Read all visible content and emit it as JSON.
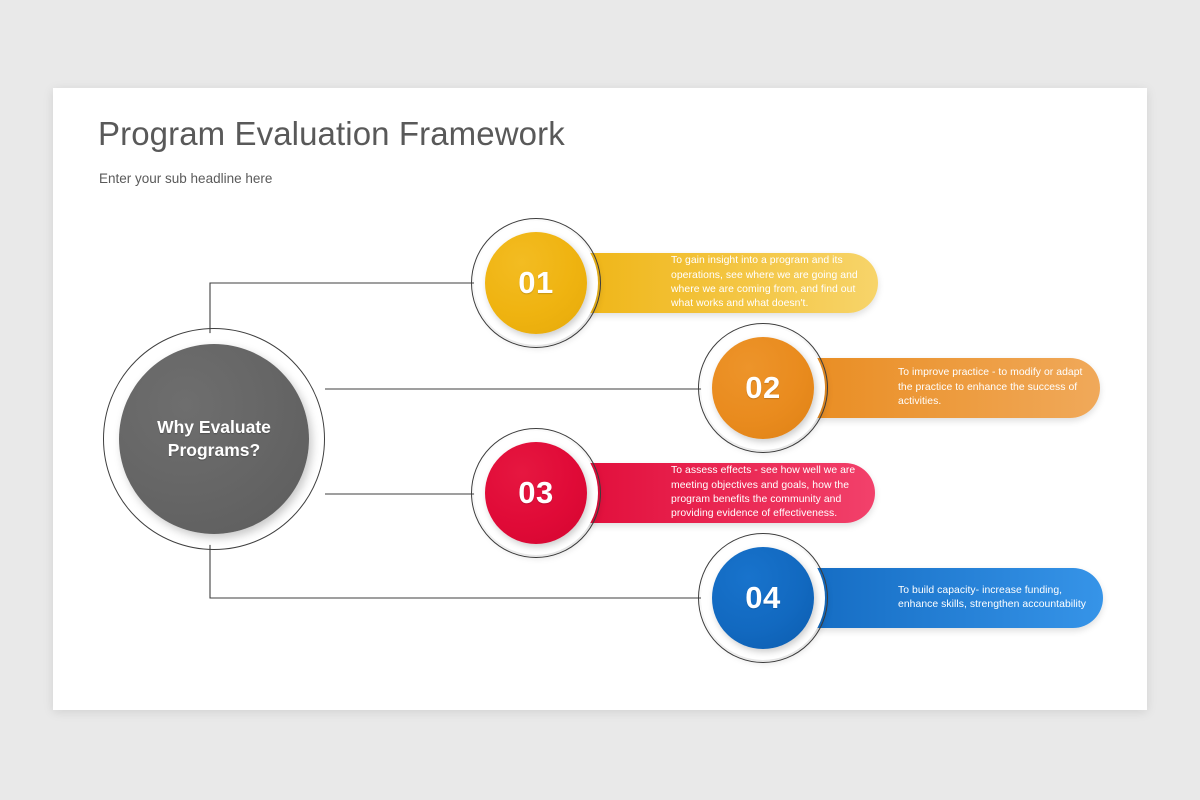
{
  "slide": {
    "title": "Program Evaluation Framework",
    "subtitle": "Enter your sub headline here",
    "background_color": "#e9e9e9",
    "card_color": "#ffffff"
  },
  "hub": {
    "label": "Why Evaluate Programs?",
    "label_line1": "Why Evaluate",
    "label_line2": "Programs?",
    "color": "#666666",
    "ring_color": "#ffffff",
    "outline_color": "#3f3f3f"
  },
  "connector_color": "#3f3f3f",
  "steps": [
    {
      "number": "01",
      "text": "To gain insight into a program and its operations, see where we are going and where we are coming from, and find out what works and what doesn't.",
      "circle_color": "#EFB310",
      "bar_color_start": "#EFB310",
      "bar_color_end": "#F7D46A"
    },
    {
      "number": "02",
      "text": "To improve practice - to modify or adapt the practice to enhance the success of activities.",
      "circle_color": "#E98B1E",
      "bar_color_start": "#E98B1E",
      "bar_color_end": "#F0A95A"
    },
    {
      "number": "03",
      "text": "To assess effects - see how well we are meeting objectives and goals, how the program benefits the community and providing evidence of effectiveness.",
      "circle_color": "#E00A37",
      "bar_color_start": "#E00A37",
      "bar_color_end": "#F2416B"
    },
    {
      "number": "04",
      "text": "To build capacity- increase funding, enhance skills, strengthen accountability",
      "circle_color": "#1269C0",
      "bar_color_start": "#1269C0",
      "bar_color_end": "#3694E8"
    }
  ]
}
